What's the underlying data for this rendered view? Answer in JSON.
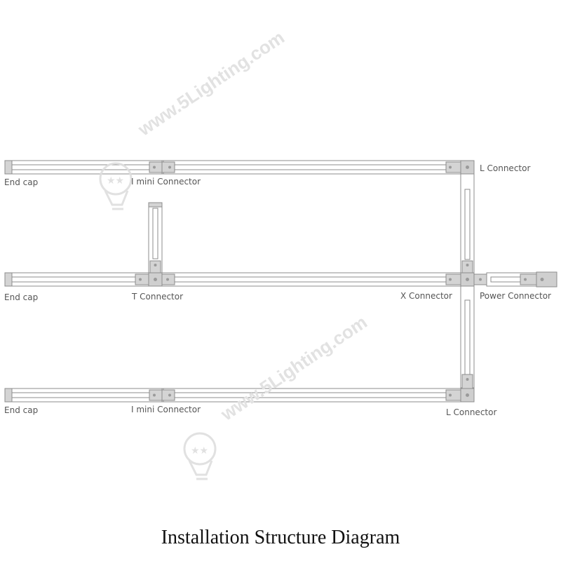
{
  "diagram": {
    "title": "Installation Structure Diagram",
    "labels": {
      "end_cap_top": "End cap",
      "i_mini_connector_top": "I mini Connector",
      "l_connector_top": "L Connector",
      "end_cap_middle": "End cap",
      "t_connector": "T Connector",
      "x_connector": "X Connector",
      "power_connector": "Power Connector",
      "end_cap_bottom": "End cap",
      "i_mini_connector_bottom": "I mini Connector",
      "l_connector_bottom": "L Connector"
    }
  },
  "watermark": {
    "text": "www.5Lighting.com",
    "icon": "lightbulb-star-logo-icon"
  },
  "colors": {
    "track_stroke": "#8c8c8c",
    "connector_fill": "#cfcfcf",
    "label_text": "#555555",
    "watermark": "#e2e2e2"
  }
}
